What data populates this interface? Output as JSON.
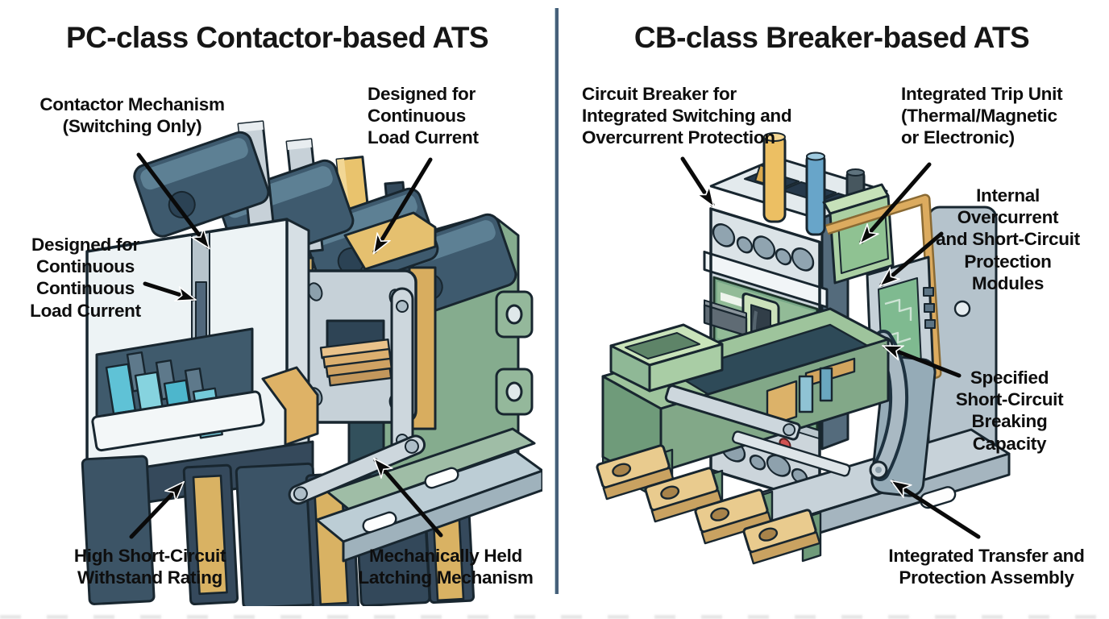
{
  "page": {
    "background": "#ffffff"
  },
  "divider": {
    "color": "#46607a"
  },
  "left_panel": {
    "title": "PC-class Contactor-based ATS",
    "illustration": "isometric cutaway of a contactor-based transfer switch",
    "labels": {
      "contactor_mechanism": "Contactor Mechanism\n(Switching Only)",
      "continuous_top": "Designed for\nContinuous\nLoad Current",
      "continuous_left": "Designed for\nContinuous\nContinuous\nLoad Current",
      "short_circuit": "High Short-Circuit\nWithstand Rating",
      "latching": "Mechanically Held\nLatching Mechanism"
    }
  },
  "right_panel": {
    "title": "CB-class Breaker-based ATS",
    "illustration": "isometric cutaway of a molded-case breaker transfer assembly",
    "labels": {
      "circuit_breaker": "Circuit Breaker for\nIntegrated Switching and\nOvercurrent Protection",
      "trip_unit": "Integrated Trip Unit\n(Thermal/Magnetic\nor Electronic)",
      "internal_modules": "Internal\nOvercurrent\nand Short-Circuit\nProtection\nModules",
      "breaking_capacity": "Specified\nShort-Circuit\nBreaking\nCapacity",
      "transfer_assembly": "Integrated Transfer and\nProtection Assembly"
    }
  },
  "colors": {
    "ink": "#18262f",
    "arrow": "#0a0a0a",
    "divider": "#46607a",
    "slate_fin": "#3e5a6e",
    "teal_contact": "#5fc2d6",
    "copper": "#d9a85f",
    "housing_green": "#85ac8e",
    "panel_green": "#79a888",
    "body_white": "#edf3f5",
    "metal_gray": "#c6d1d8",
    "rod_yellow": "#ecbf63",
    "rod_blue": "#68a5c9",
    "rod_dark": "#47575f",
    "red_indicator": "#d25252",
    "terminal_gold": "#e9cb8e"
  }
}
